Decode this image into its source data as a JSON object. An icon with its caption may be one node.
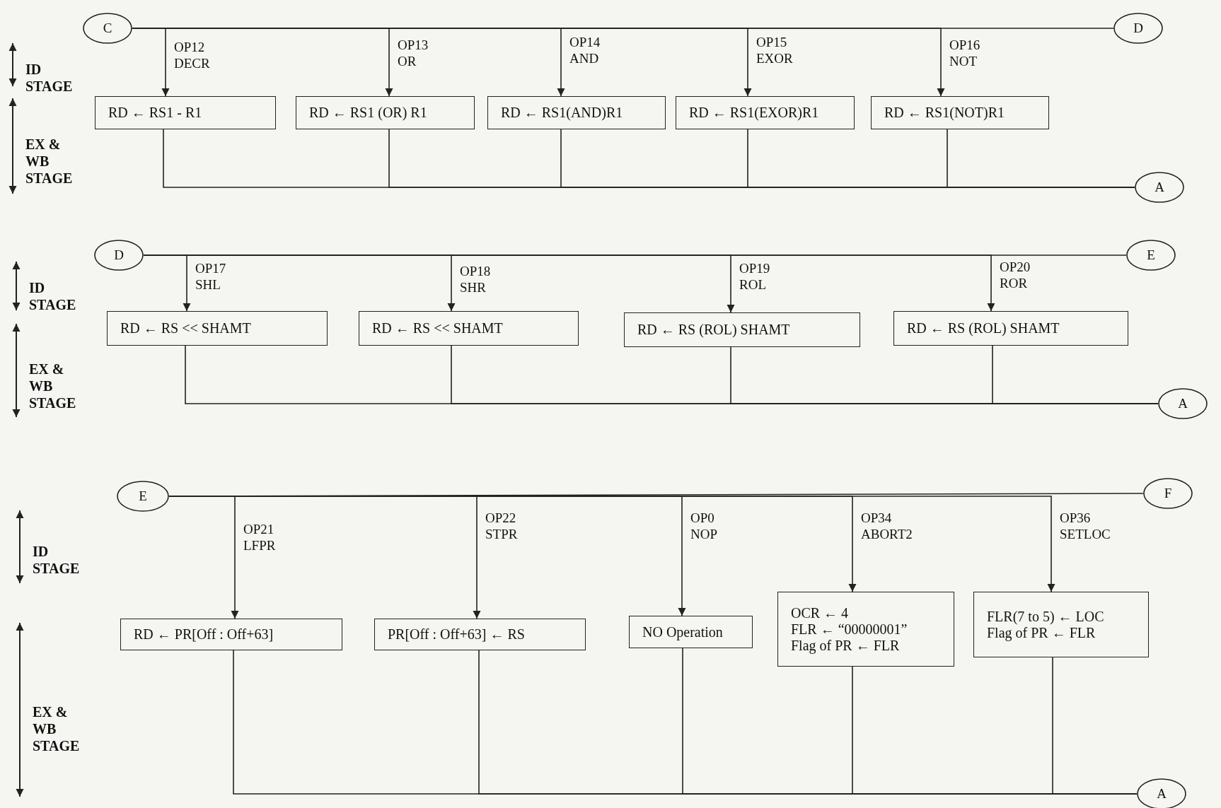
{
  "diagram": {
    "nodes": [
      {
        "text": [
          "C"
        ]
      },
      {
        "text": [
          "D"
        ]
      },
      {
        "text": [
          "RD ← RS1 - R1"
        ]
      },
      {
        "text": [
          "RD ← RS1 (OR) R1"
        ]
      },
      {
        "text": [
          "RD ← RS1(AND)R1"
        ]
      },
      {
        "text": [
          "RD ← RS1(EXOR)R1"
        ]
      },
      {
        "text": [
          "RD ← RS1(NOT)R1"
        ]
      },
      {
        "text": [
          "A"
        ]
      },
      {
        "text": [
          "D"
        ]
      },
      {
        "text": [
          "E"
        ]
      },
      {
        "text": [
          "RD ← RS << SHAMT"
        ]
      },
      {
        "text": [
          "RD ← RS << SHAMT"
        ]
      },
      {
        "text": [
          "RD ← RS (ROL) SHAMT"
        ]
      },
      {
        "text": [
          "RD ← RS (ROL) SHAMT"
        ]
      },
      {
        "text": [
          "A"
        ]
      },
      {
        "text": [
          "E"
        ]
      },
      {
        "text": [
          "F"
        ]
      },
      {
        "text": [
          "RD ← PR[Off : Off+63]"
        ]
      },
      {
        "text": [
          "PR[Off : Off+63] ← RS"
        ]
      },
      {
        "text": [
          "NO Operation"
        ]
      },
      {
        "text": [
          "OCR ← 4",
          "FLR ← “00000001”",
          "Flag of PR ← FLR"
        ]
      },
      {
        "text": [
          "FLR(7 to 5) ← LOC",
          "Flag of PR ← FLR"
        ]
      },
      {
        "text": [
          "A"
        ]
      }
    ],
    "edges": [
      {
        "from": 0,
        "to": 1,
        "arrow": "none"
      },
      {
        "from": 0,
        "to": 2,
        "arrow": "to",
        "label": "OP12 DECR"
      },
      {
        "from": 0,
        "to": 3,
        "arrow": "to",
        "label": "OP13 OR"
      },
      {
        "from": 0,
        "to": 4,
        "arrow": "to",
        "label": "OP14 AND"
      },
      {
        "from": 0,
        "to": 5,
        "arrow": "to",
        "label": "OP15 EXOR"
      },
      {
        "from": 0,
        "to": 6,
        "arrow": "to",
        "label": "OP16 NOT"
      },
      {
        "from": 2,
        "to": 7,
        "arrow": "none"
      },
      {
        "from": 3,
        "to": 7,
        "arrow": "none"
      },
      {
        "from": 4,
        "to": 7,
        "arrow": "none"
      },
      {
        "from": 5,
        "to": 7,
        "arrow": "none"
      },
      {
        "from": 6,
        "to": 7,
        "arrow": "none"
      },
      {
        "from": 8,
        "to": 9,
        "arrow": "none"
      },
      {
        "from": 8,
        "to": 10,
        "arrow": "to",
        "label": "OP17 SHL"
      },
      {
        "from": 8,
        "to": 11,
        "arrow": "to",
        "label": "OP18 SHR"
      },
      {
        "from": 8,
        "to": 12,
        "arrow": "to",
        "label": "OP19 ROL"
      },
      {
        "from": 8,
        "to": 13,
        "arrow": "to",
        "label": "OP20 ROR"
      },
      {
        "from": 10,
        "to": 14,
        "arrow": "none"
      },
      {
        "from": 11,
        "to": 14,
        "arrow": "none"
      },
      {
        "from": 12,
        "to": 14,
        "arrow": "none"
      },
      {
        "from": 13,
        "to": 14,
        "arrow": "none"
      },
      {
        "from": 15,
        "to": 16,
        "arrow": "none"
      },
      {
        "from": 15,
        "to": 17,
        "arrow": "to",
        "label": "OP21 LFPR"
      },
      {
        "from": 15,
        "to": 18,
        "arrow": "to",
        "label": "OP22 STPR"
      },
      {
        "from": 15,
        "to": 19,
        "arrow": "to",
        "label": "OP0 NOP"
      },
      {
        "from": 15,
        "to": 20,
        "arrow": "to",
        "label": "OP34 ABORT2"
      },
      {
        "from": 15,
        "to": 21,
        "arrow": "to",
        "label": "OP36 SETLOC"
      },
      {
        "from": 17,
        "to": 22,
        "arrow": "none"
      },
      {
        "from": 18,
        "to": 22,
        "arrow": "none"
      },
      {
        "from": 19,
        "to": 22,
        "arrow": "none"
      },
      {
        "from": 20,
        "to": 22,
        "arrow": "none"
      },
      {
        "from": 21,
        "to": 22,
        "arrow": "none"
      }
    ],
    "labels": [
      "ID STAGE",
      "EX & WB STAGE",
      "ID STAGE",
      "EX & WB STAGE",
      "ID STAGE",
      "EX & WB STAGE"
    ]
  }
}
